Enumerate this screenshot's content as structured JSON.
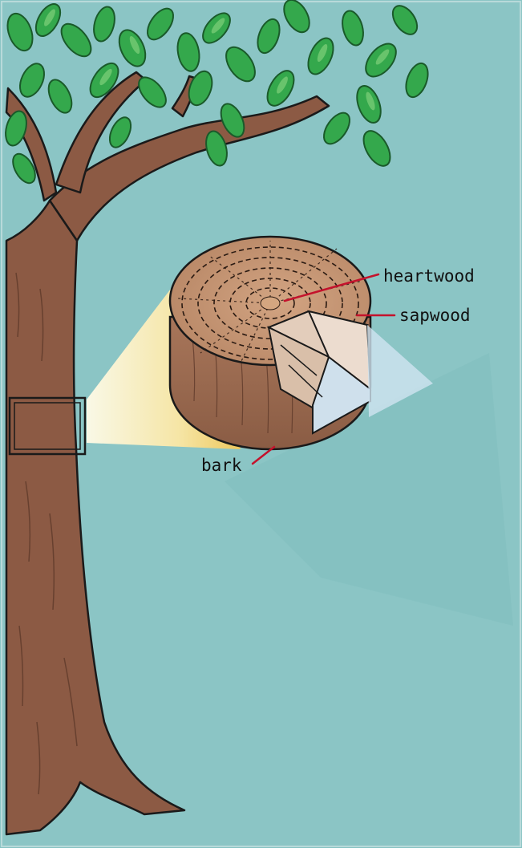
{
  "labels": {
    "heartwood": "heartwood",
    "sapwood": "sapwood",
    "bark": "bark"
  },
  "colors": {
    "background": "#8bc5c5",
    "trunk": "#8c5a44",
    "trunk_dark": "#5f3a2a",
    "leaf": "#34a84c",
    "leaf_light": "#7fd07a",
    "log_top": "#c89a78",
    "log_side": "#9a6a50",
    "wedge": "#ead6c6",
    "pointer": "#c4122c",
    "outline": "#1a1a1a"
  }
}
